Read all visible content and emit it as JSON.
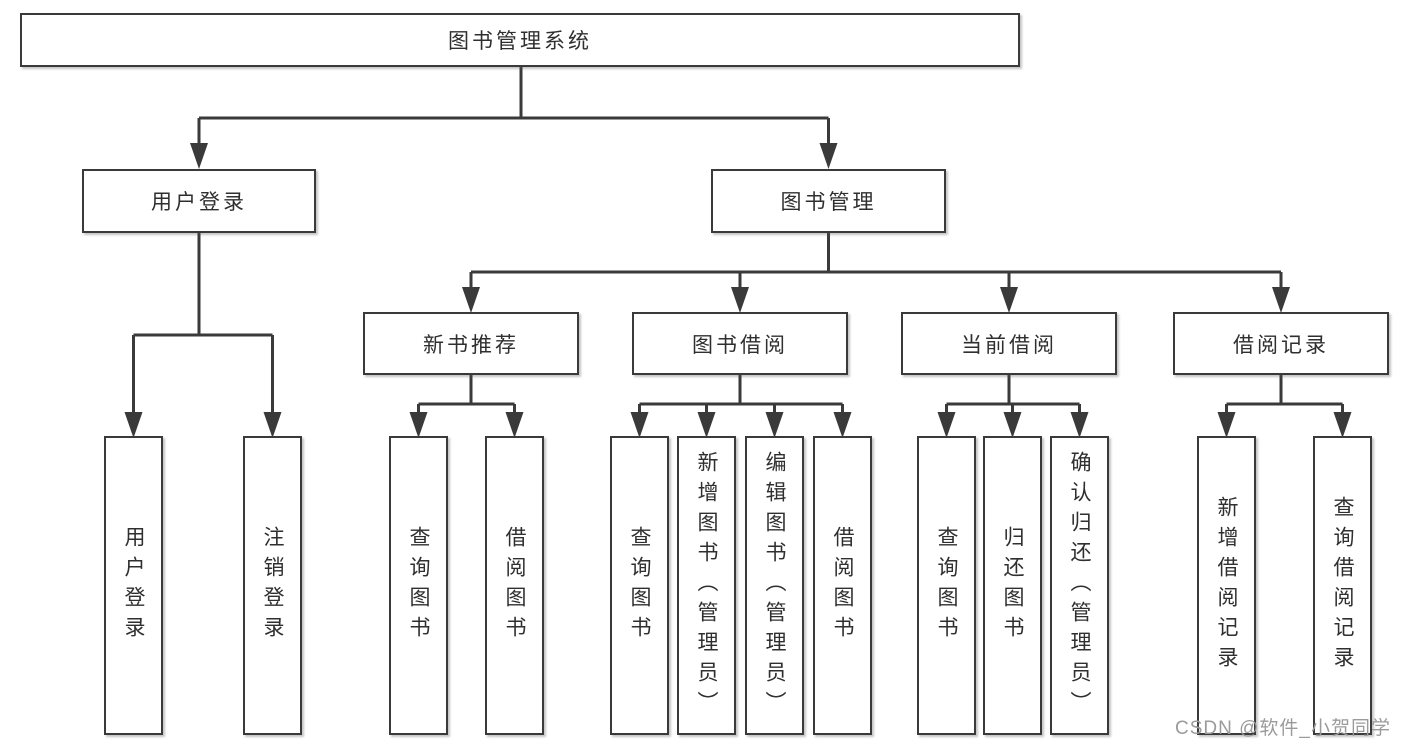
{
  "colors": {
    "line": "#3a3a3a",
    "node-border": "#3a3a3a",
    "text": "#2f2f2f",
    "watermark": "#9b9b9b",
    "background": "#ffffff"
  },
  "diagram": {
    "root": {
      "label": "图书管理系统"
    },
    "children": [
      {
        "label": "用户登录",
        "children": [
          {
            "label": "用户登录"
          },
          {
            "label": "注销登录"
          }
        ]
      },
      {
        "label": "图书管理",
        "children": [
          {
            "label": "新书推荐",
            "children": [
              {
                "label": "查询图书"
              },
              {
                "label": "借阅图书"
              }
            ]
          },
          {
            "label": "图书借阅",
            "children": [
              {
                "label": "查询图书"
              },
              {
                "label": "新增图书（管理员）"
              },
              {
                "label": "编辑图书（管理员）"
              },
              {
                "label": "借阅图书"
              }
            ]
          },
          {
            "label": "当前借阅",
            "children": [
              {
                "label": "查询图书"
              },
              {
                "label": "归还图书"
              },
              {
                "label": "确认归还（管理员）"
              }
            ]
          },
          {
            "label": "借阅记录",
            "children": [
              {
                "label": "新增借阅记录"
              },
              {
                "label": "查询借阅记录"
              }
            ]
          }
        ]
      }
    ]
  },
  "watermark": {
    "text": "CSDN @软件_小贺同学"
  }
}
